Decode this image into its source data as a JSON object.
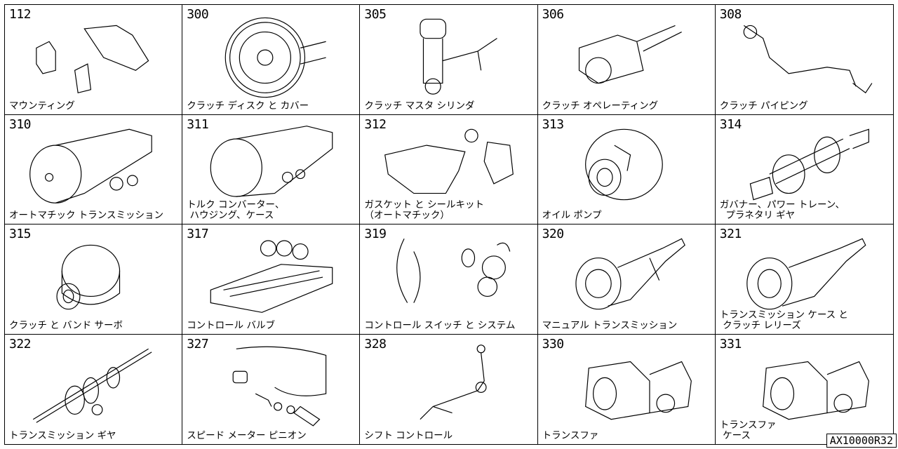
{
  "cells": [
    {
      "code": "112",
      "label": "マウンティング",
      "icon": "mounting-icon"
    },
    {
      "code": "300",
      "label": "クラッチ ディスク と カバー",
      "icon": "clutch-disc-icon"
    },
    {
      "code": "305",
      "label": "クラッチ マスタ シリンダ",
      "icon": "master-cylinder-icon"
    },
    {
      "code": "306",
      "label": "クラッチ オペレーティング",
      "icon": "operating-cylinder-icon"
    },
    {
      "code": "308",
      "label": "クラッチ パイピング",
      "icon": "clutch-piping-icon"
    },
    {
      "code": "310",
      "label": "オートマチック トランスミッション",
      "icon": "automatic-transmission-icon"
    },
    {
      "code": "311",
      "label": "トルク コンバーター、\n ハウジング、ケース",
      "icon": "torque-converter-icon"
    },
    {
      "code": "312",
      "label": "ガスケット と シールキット\n（オートマチック）",
      "icon": "gasket-seal-kit-icon"
    },
    {
      "code": "313",
      "label": "オイル ポンプ",
      "icon": "oil-pump-icon"
    },
    {
      "code": "314",
      "label": "ガバナー、パワー トレーン、\n  プラネタリ ギヤ",
      "icon": "governor-planetary-gear-icon"
    },
    {
      "code": "315",
      "label": "クラッチ と バンド サーボ",
      "icon": "clutch-band-servo-icon"
    },
    {
      "code": "317",
      "label": "コントロール バルブ",
      "icon": "control-valve-icon"
    },
    {
      "code": "319",
      "label": "コントロール スイッチ と システム",
      "icon": "control-switch-icon"
    },
    {
      "code": "320",
      "label": "マニュアル トランスミッション",
      "icon": "manual-transmission-icon"
    },
    {
      "code": "321",
      "label": "トランスミッション ケース と\n クラッチ レリーズ",
      "icon": "transmission-case-icon"
    },
    {
      "code": "322",
      "label": "トランスミッション ギヤ",
      "icon": "transmission-gear-icon"
    },
    {
      "code": "327",
      "label": "スピード メーター ピニオン",
      "icon": "speedometer-pinion-icon"
    },
    {
      "code": "328",
      "label": "シフト コントロール",
      "icon": "shift-control-icon"
    },
    {
      "code": "330",
      "label": "トランスファ",
      "icon": "transfer-icon"
    },
    {
      "code": "331",
      "label": "トランスファ\n ケース",
      "icon": "transfer-case-icon"
    }
  ],
  "reference_code": "AX10000R32"
}
